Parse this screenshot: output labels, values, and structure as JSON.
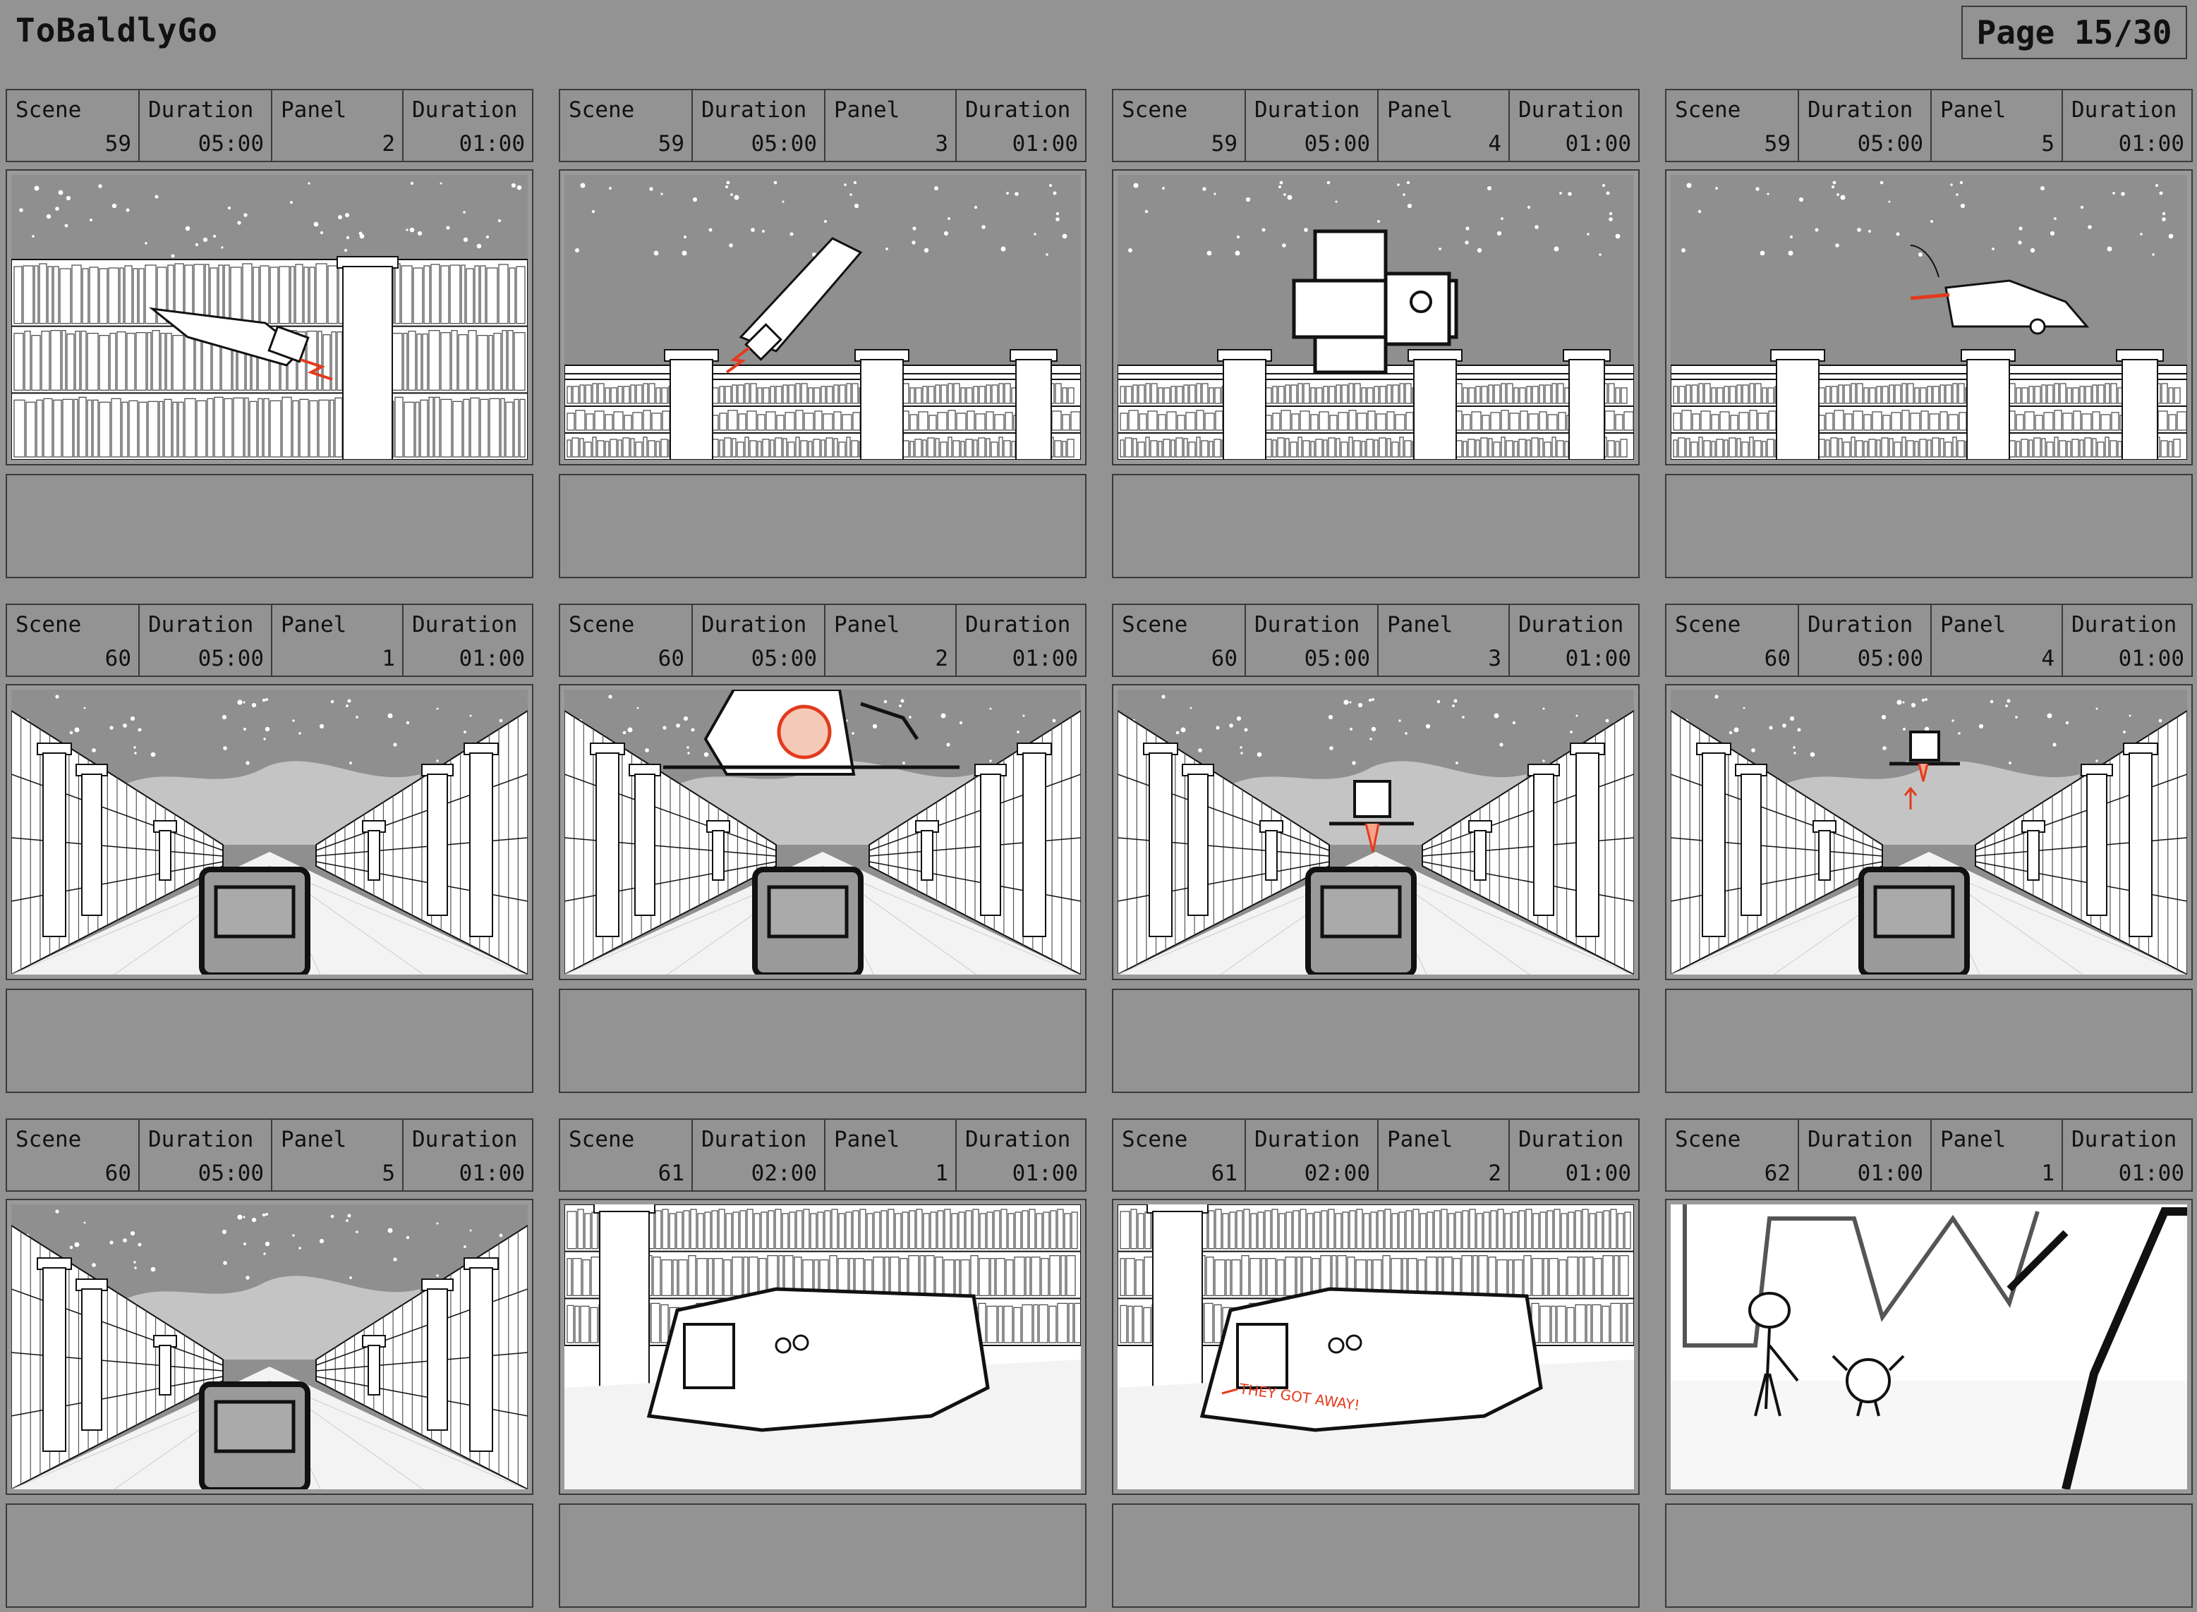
{
  "header": {
    "title": "ToBaldlyGo",
    "page": "Page 15/30"
  },
  "labels": {
    "scene": "Scene",
    "duration": "Duration",
    "panel": "Panel",
    "panel_duration": "Duration"
  },
  "panels": [
    {
      "scene": "59",
      "scene_duration": "05:00",
      "panel": "2",
      "panel_duration": "01:00",
      "art": "shelves-ship"
    },
    {
      "scene": "59",
      "scene_duration": "05:00",
      "panel": "3",
      "panel_duration": "01:00",
      "art": "wall-ship-rise"
    },
    {
      "scene": "59",
      "scene_duration": "05:00",
      "panel": "4",
      "panel_duration": "01:00",
      "art": "wall-ship-front"
    },
    {
      "scene": "59",
      "scene_duration": "05:00",
      "panel": "5",
      "panel_duration": "01:00",
      "art": "wall-car"
    },
    {
      "scene": "60",
      "scene_duration": "05:00",
      "panel": "1",
      "panel_duration": "01:00",
      "art": "hall"
    },
    {
      "scene": "60",
      "scene_duration": "05:00",
      "panel": "2",
      "panel_duration": "01:00",
      "art": "hall-ship-big"
    },
    {
      "scene": "60",
      "scene_duration": "05:00",
      "panel": "3",
      "panel_duration": "01:00",
      "art": "hall-ship-small"
    },
    {
      "scene": "60",
      "scene_duration": "05:00",
      "panel": "4",
      "panel_duration": "01:00",
      "art": "hall-ship-far"
    },
    {
      "scene": "60",
      "scene_duration": "05:00",
      "panel": "5",
      "panel_duration": "01:00",
      "art": "hall"
    },
    {
      "scene": "61",
      "scene_duration": "02:00",
      "panel": "1",
      "panel_duration": "01:00",
      "art": "crash"
    },
    {
      "scene": "61",
      "scene_duration": "02:00",
      "panel": "2",
      "panel_duration": "01:00",
      "art": "crash-text",
      "caption": "THEY GOT AWAY!"
    },
    {
      "scene": "62",
      "scene_duration": "01:00",
      "panel": "1",
      "panel_duration": "01:00",
      "art": "characters"
    }
  ]
}
